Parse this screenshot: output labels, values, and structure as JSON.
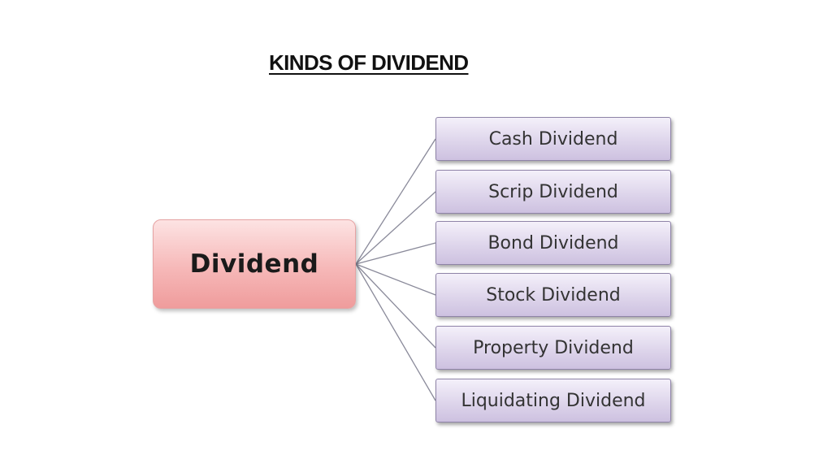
{
  "title": "KINDS OF DIVIDEND",
  "diagram": {
    "root": {
      "label": "Dividend",
      "color": "#f6b8b8"
    },
    "children": [
      {
        "label": "Cash Dividend"
      },
      {
        "label": "Scrip Dividend"
      },
      {
        "label": "Bond Dividend"
      },
      {
        "label": "Stock Dividend"
      },
      {
        "label": "Property Dividend"
      },
      {
        "label": "Liquidating Dividend"
      }
    ],
    "child_color": "#dcd3ea",
    "connector_color": "#8a8a9a"
  }
}
